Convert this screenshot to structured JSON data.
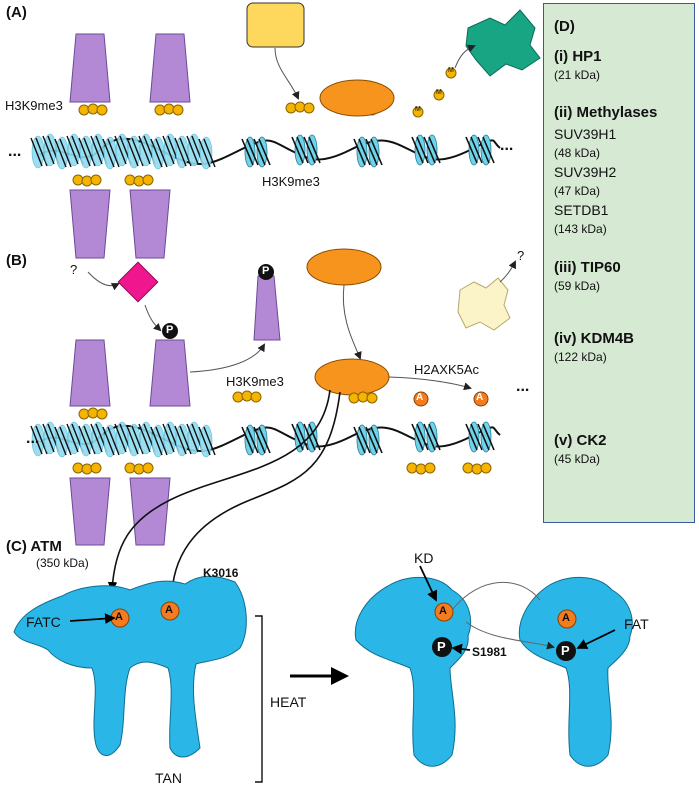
{
  "panels": {
    "a": "(A)",
    "b": "(B)",
    "c": "(C) ATM",
    "c_mass": "(350 kDa)",
    "d": "(D)"
  },
  "labels": {
    "h3k9me3_left": "H3K9me3",
    "h3k9me3_a_mid": "H3K9me3",
    "h3k9me3_b_mid": "H3K9me3",
    "h2axk5ac": "H2AXK5Ac",
    "question1": "?",
    "question2": "?",
    "ellipsis": "...",
    "k3016": "K3016",
    "fatc": "FATC",
    "heat": "HEAT",
    "tan": "TAN",
    "kd": "KD",
    "s1981": "S1981",
    "fat": "FAT"
  },
  "marks": {
    "methyl": "M",
    "phospho": "P",
    "acetyl": "A"
  },
  "legend": {
    "hp1_title": "(i) HP1",
    "hp1_mass": "(21 kDa)",
    "meth_title": "(ii) Methylases",
    "suv1": "SUV39H1",
    "suv1_mass": "(48 kDa)",
    "suv2": "SUV39H2",
    "suv2_mass": "(47 kDa)",
    "setdb1": "SETDB1",
    "setdb1_mass": "(143 kDa)",
    "tip60_title": "(iii) TIP60",
    "tip60_mass": "(59 kDa)",
    "kdm4b_title": "(iv) KDM4B",
    "kdm4b_mass": "(122 kDa)",
    "ck2_title": "(v) CK2",
    "ck2_mass": "(45 kDa)"
  },
  "colors": {
    "hp1": "#b389d6",
    "methylase": "#fdd85d",
    "tip60": "#f7941d",
    "kdm4b": "#18a584",
    "ck2": "#f0168e",
    "atm": "#2ab7e8",
    "nucleosome": "#6fd3ea",
    "methyl_mark": "#f4b400",
    "legend_bg": "#d6ead3",
    "legend_border": "#3a57a3"
  }
}
